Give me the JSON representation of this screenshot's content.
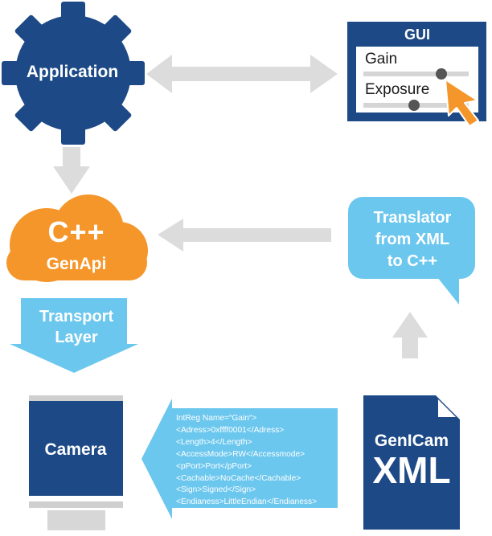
{
  "application": {
    "label": "Application"
  },
  "gui": {
    "title": "GUI",
    "gain_label": "Gain",
    "exposure_label": "Exposure"
  },
  "genapi": {
    "cpp_label": "C++",
    "label": "GenApi"
  },
  "transport_layer": {
    "label": "Transport\nLayer"
  },
  "translator": {
    "label": "Translator\nfrom XML\nto C++"
  },
  "camera": {
    "label": "Camera"
  },
  "genicam_xml": {
    "label_top": "GenICam",
    "label_bottom": "XML"
  },
  "xml_snippet": {
    "lines": [
      "IntReg Name=“Gain“>",
      "<Adress>0xffff0001</Adress>",
      "<Length>4</Length>",
      "<AccessMode>RW</Accessmode>",
      "<pPort>Port</pPort>",
      "<Cachable>NoCache</Cachable>",
      "<Sign>Signed</Sign>",
      "<Endianess>LittleEndian</Endianess>"
    ]
  },
  "colors": {
    "navy": "#1d4a86",
    "orange": "#f5962a",
    "light_blue": "#6cc7ee",
    "arrow_gray": "#dcdcdc",
    "monitor_gray": "#cfcfcf"
  },
  "icons": {
    "application": "gear-icon",
    "genapi": "cloud-icon",
    "translator": "speech-bubble-icon",
    "camera": "monitor-icon",
    "genicam_xml": "document-icon",
    "gui_cursor": "cursor-arrow-icon"
  }
}
